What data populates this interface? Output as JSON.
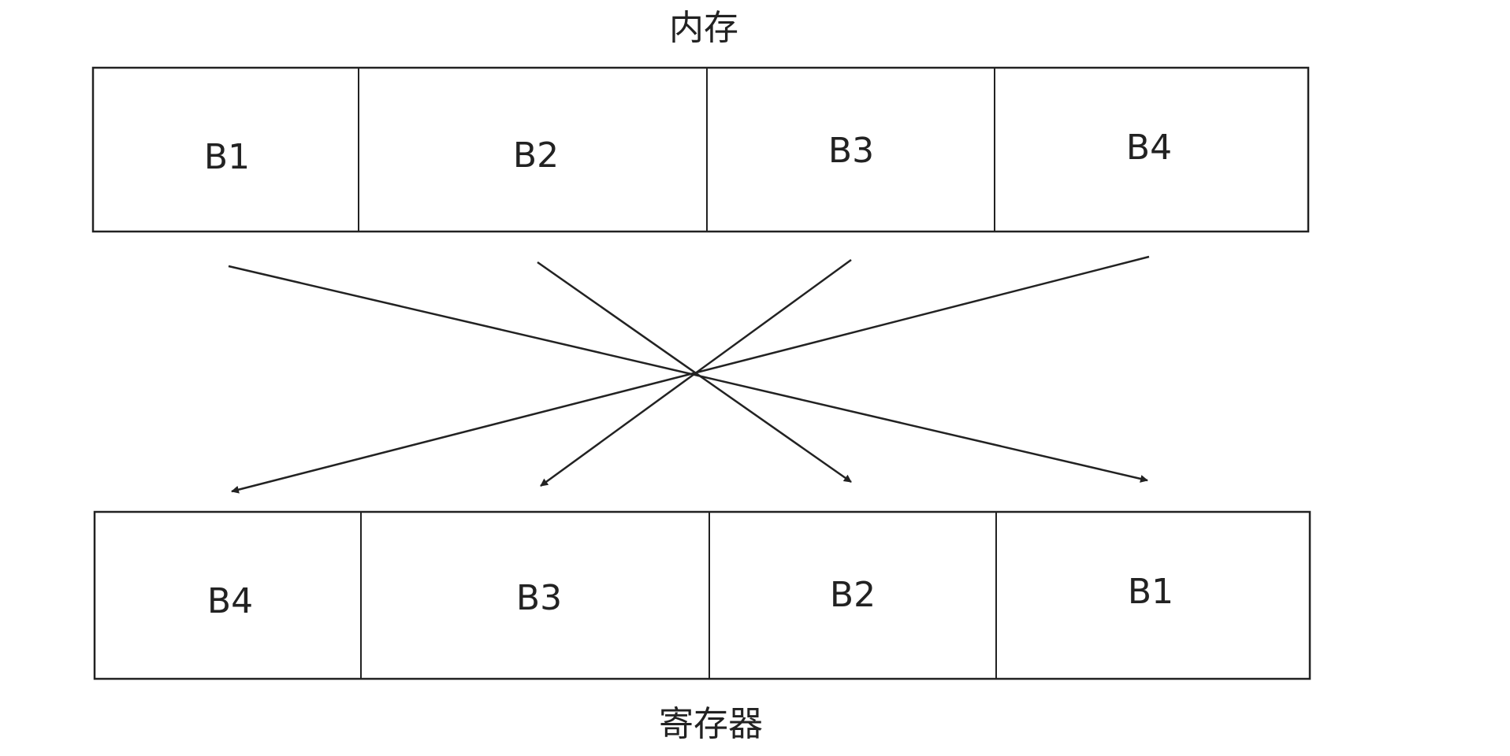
{
  "memory": {
    "title": "内存",
    "blocks": [
      "B1",
      "B2",
      "B3",
      "B4"
    ]
  },
  "register": {
    "title": "寄存器",
    "blocks": [
      "B4",
      "B3",
      "B2",
      "B1"
    ]
  },
  "mappings": [
    {
      "from": "B1",
      "to": "B1"
    },
    {
      "from": "B2",
      "to": "B2"
    },
    {
      "from": "B3",
      "to": "B3"
    },
    {
      "from": "B4",
      "to": "B4"
    }
  ]
}
